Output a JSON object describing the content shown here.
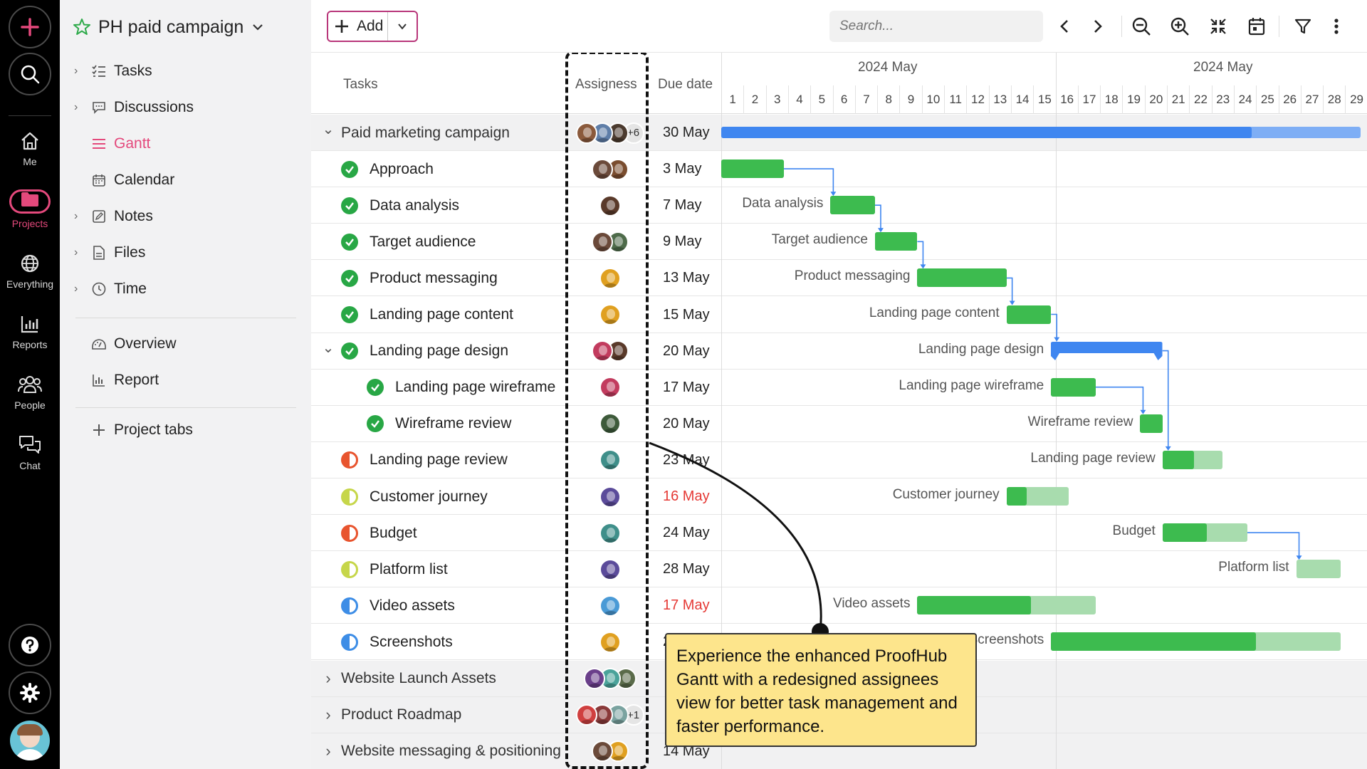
{
  "rail": {
    "items": [
      {
        "label": "Me",
        "icon": "home-icon"
      },
      {
        "label": "Projects",
        "icon": "folder-icon",
        "active": true
      },
      {
        "label": "Everything",
        "icon": "globe-icon"
      },
      {
        "label": "Reports",
        "icon": "bar-chart-icon"
      },
      {
        "label": "People",
        "icon": "people-icon"
      },
      {
        "label": "Chat",
        "icon": "chat-icon"
      }
    ]
  },
  "sidebar": {
    "project_title": "PH paid campaign",
    "items": [
      {
        "label": "Tasks",
        "icon": "tasks-icon"
      },
      {
        "label": "Discussions",
        "icon": "discussion-icon"
      },
      {
        "label": "Gantt",
        "icon": "gantt-icon",
        "active": true
      },
      {
        "label": "Calendar",
        "icon": "calendar-icon"
      },
      {
        "label": "Notes",
        "icon": "notes-icon"
      },
      {
        "label": "Files",
        "icon": "file-icon"
      },
      {
        "label": "Time",
        "icon": "clock-icon"
      },
      {
        "label": "Overview",
        "icon": "gauge-icon"
      },
      {
        "label": "Report",
        "icon": "report-icon"
      },
      {
        "label": "Project tabs",
        "icon": "plus-icon"
      }
    ]
  },
  "toolbar": {
    "add_label": "Add",
    "search_placeholder": "Search..."
  },
  "grid": {
    "col_tasks": "Tasks",
    "col_assignees": "Assigness",
    "col_due": "Due date",
    "months": [
      "2024 May",
      "2024 May"
    ],
    "days": [
      "1",
      "2",
      "3",
      "4",
      "5",
      "6",
      "7",
      "8",
      "9",
      "10",
      "11",
      "12",
      "13",
      "14",
      "15",
      "16",
      "17",
      "18",
      "19",
      "20",
      "21",
      "22",
      "23",
      "24",
      "25",
      "26",
      "27",
      "28",
      "29"
    ]
  },
  "rows": [
    {
      "name": "Paid marketing campaign",
      "type": "group-open",
      "due": "30 May",
      "avatars": [
        "#8b5a3c",
        "#5f7ea8",
        "#4b3a2e"
      ],
      "more": "+6",
      "bar_label": ""
    },
    {
      "name": "Approach",
      "status": "done",
      "due": "3 May",
      "avatars": [
        "#6b4a3a",
        "#7a4d2f"
      ],
      "bar_label": ""
    },
    {
      "name": "Data analysis",
      "status": "done",
      "due": "7 May",
      "avatars": [
        "#5a3a2a"
      ],
      "bar_label": "Data analysis"
    },
    {
      "name": "Target audience",
      "status": "done",
      "due": "9 May",
      "avatars": [
        "#6b4a3a",
        "#4e6b4a"
      ],
      "bar_label": "Target audience"
    },
    {
      "name": "Product messaging",
      "status": "done",
      "due": "13 May",
      "avatars": [
        "#e0a020"
      ],
      "bar_label": "Product messaging"
    },
    {
      "name": "Landing page content",
      "status": "done",
      "due": "15 May",
      "avatars": [
        "#e0a020"
      ],
      "bar_label": "Landing page content"
    },
    {
      "name": "Landing page design",
      "status": "done",
      "type": "sub-open",
      "due": "20 May",
      "avatars": [
        "#c23b5e",
        "#5a3a2a"
      ],
      "bar_label": "Landing page design"
    },
    {
      "name": "Landing page wireframe",
      "status": "done",
      "indent": true,
      "due": "17 May",
      "avatars": [
        "#c23b5e"
      ],
      "bar_label": "Landing page wireframe"
    },
    {
      "name": "Wireframe review",
      "status": "done",
      "indent": true,
      "due": "20 May",
      "avatars": [
        "#3d5a3a"
      ],
      "bar_label": "Wireframe review"
    },
    {
      "name": "Landing page review",
      "status": "progress-red",
      "due": "23 May",
      "avatars": [
        "#3f8f8a"
      ],
      "bar_label": "Landing page review"
    },
    {
      "name": "Customer journey",
      "status": "progress-yellow",
      "due": "16 May",
      "overdue": true,
      "avatars": [
        "#5b4b9a"
      ],
      "bar_label": "Customer journey"
    },
    {
      "name": "Budget",
      "status": "progress-red",
      "due": "24 May",
      "avatars": [
        "#3f8f8a"
      ],
      "bar_label": "Budget"
    },
    {
      "name": "Platform list",
      "status": "progress-yellow",
      "due": "28 May",
      "avatars": [
        "#5b4b9a"
      ],
      "bar_label": "Platform list"
    },
    {
      "name": "Video assets",
      "status": "progress-blue",
      "due": "17 May",
      "overdue": true,
      "avatars": [
        "#4a9ad6"
      ],
      "bar_label": "Video assets"
    },
    {
      "name": "Screenshots",
      "status": "progress-blue",
      "due": "20 May",
      "avatars": [
        "#e0a020"
      ],
      "bar_label": "Screenshots"
    },
    {
      "name": "Website Launch Assets",
      "type": "group-closed",
      "due": "",
      "avatars": [
        "#6a3f8a",
        "#4aa39a",
        "#5a6b4a"
      ],
      "bar_label": ""
    },
    {
      "name": "Product Roadmap",
      "type": "group-closed",
      "due": "",
      "avatars": [
        "#d04040",
        "#8a3a3a",
        "#7aa3a0"
      ],
      "more": "+1",
      "bar_label": ""
    },
    {
      "name": "Website messaging & positioning",
      "type": "group-closed",
      "due": "14 May",
      "avatars": [
        "#6b4a3a",
        "#e0a020"
      ],
      "bar_label": ""
    }
  ],
  "gantt": {
    "bars": [
      {
        "row": 0,
        "start": 1,
        "end": 29.7,
        "progress_end": 24.8,
        "kind": "summary"
      },
      {
        "row": 1,
        "start": 1,
        "end": 3.8,
        "progress_end": 3.8,
        "kind": "task"
      },
      {
        "row": 2,
        "start": 5.9,
        "end": 7.9,
        "progress_end": 7.9,
        "kind": "task"
      },
      {
        "row": 3,
        "start": 7.9,
        "end": 9.8,
        "progress_end": 9.8,
        "kind": "task"
      },
      {
        "row": 4,
        "start": 9.8,
        "end": 13.8,
        "progress_end": 13.8,
        "kind": "task"
      },
      {
        "row": 5,
        "start": 13.8,
        "end": 15.8,
        "progress_end": 15.8,
        "kind": "task"
      },
      {
        "row": 6,
        "start": 15.8,
        "end": 20.8,
        "progress_end": 20.8,
        "kind": "parent"
      },
      {
        "row": 7,
        "start": 15.8,
        "end": 17.8,
        "progress_end": 17.8,
        "kind": "task"
      },
      {
        "row": 8,
        "start": 19.8,
        "end": 20.8,
        "progress_end": 20.8,
        "kind": "task"
      },
      {
        "row": 9,
        "start": 20.8,
        "end": 23.5,
        "progress_end": 22.2,
        "kind": "task"
      },
      {
        "row": 10,
        "start": 13.8,
        "end": 16.6,
        "progress_end": 14.7,
        "kind": "task"
      },
      {
        "row": 11,
        "start": 20.8,
        "end": 24.6,
        "progress_end": 22.8,
        "kind": "task"
      },
      {
        "row": 12,
        "start": 26.8,
        "end": 28.8,
        "progress_end": 26.8,
        "kind": "task"
      },
      {
        "row": 13,
        "start": 9.8,
        "end": 17.8,
        "progress_end": 14.9,
        "kind": "task"
      },
      {
        "row": 14,
        "start": 15.8,
        "end": 28.8,
        "progress_end": 25.0,
        "kind": "task"
      }
    ],
    "links": [
      [
        1,
        2
      ],
      [
        2,
        3
      ],
      [
        3,
        4
      ],
      [
        4,
        5
      ],
      [
        5,
        6
      ],
      [
        7,
        8
      ],
      [
        6,
        9
      ],
      [
        11,
        12
      ]
    ]
  },
  "callout": {
    "text": "Experience the enhanced ProofHub Gantt with a redesigned assignees view for better task management and faster performance."
  },
  "colors": {
    "rail_bg": "#000000",
    "accent": "#e4497c",
    "add_border": "#b8367a",
    "bar_green": "#3dbb4f",
    "bar_green_light": "#a8dcae",
    "bar_blue": "#3f86f0",
    "bar_blue_light": "#7eaef5",
    "callout_bg": "#fde58c",
    "overdue": "#e53935"
  }
}
